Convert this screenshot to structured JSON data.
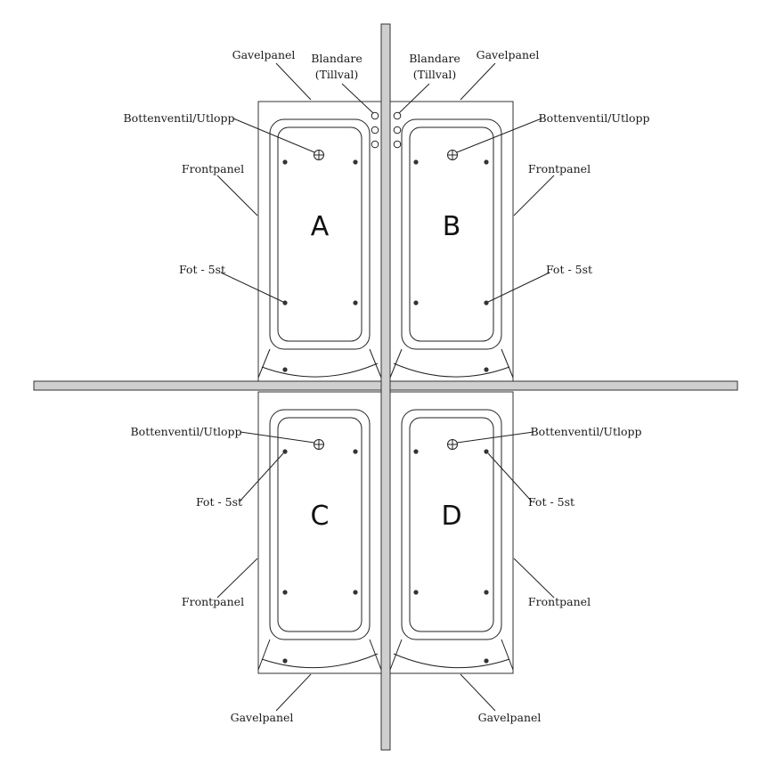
{
  "labels": {
    "gavelpanel": "Gavelpanel",
    "blandare_line1": "Blandare",
    "blandare_line2": "(Tillval)",
    "bottenventil": "Bottenventil/Utlopp",
    "frontpanel": "Frontpanel",
    "fot": "Fot - 5st"
  },
  "tubs": {
    "a": "A",
    "b": "B",
    "c": "C",
    "d": "D"
  },
  "colors": {
    "wall_fill": "#cfcfcf",
    "line": "#222222"
  }
}
